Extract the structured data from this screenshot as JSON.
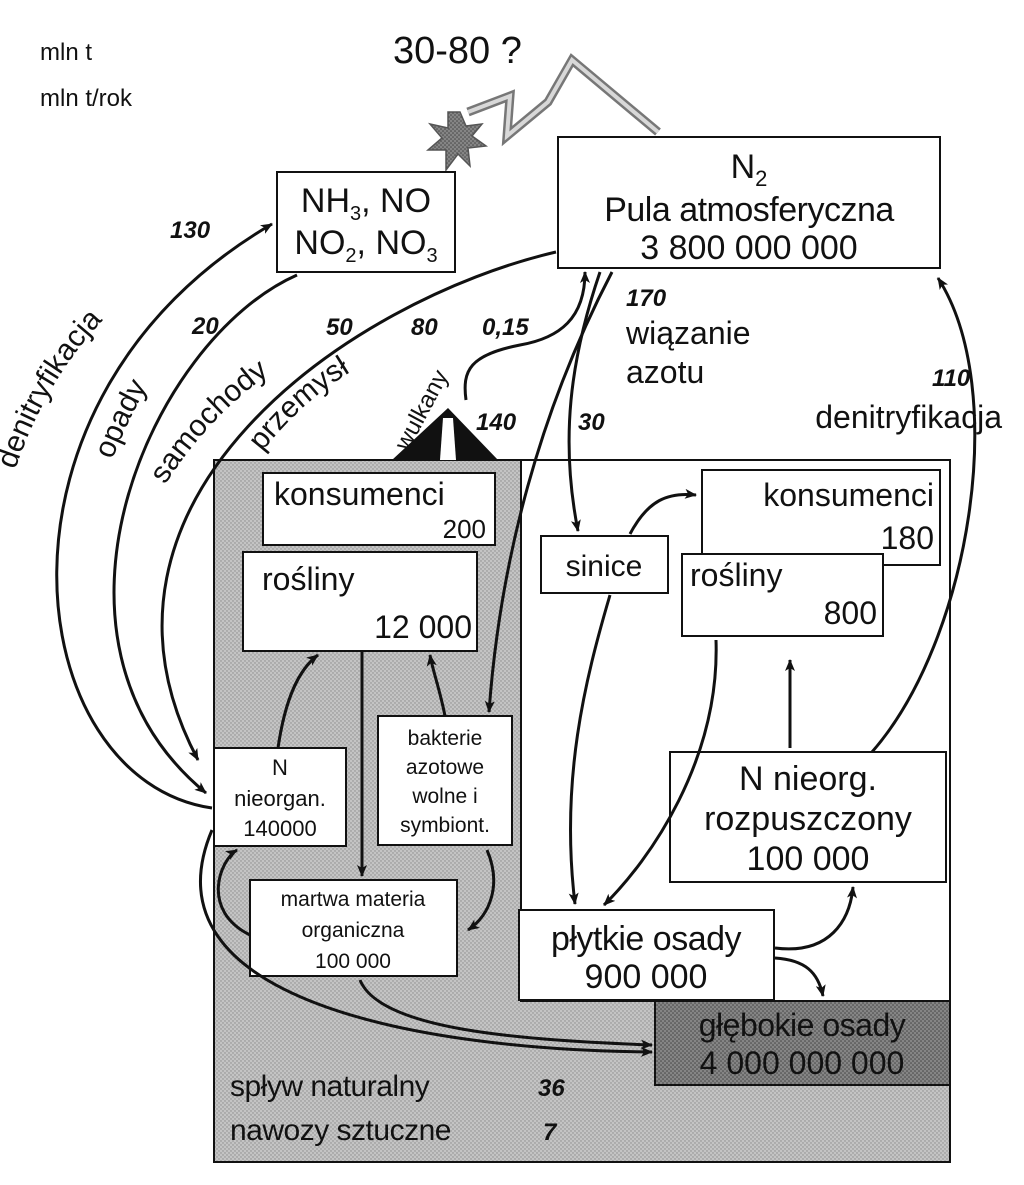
{
  "legend": {
    "stock_unit": "mln t",
    "flux_unit": "mln t/rok"
  },
  "lightning": {
    "value": "30-80 ?"
  },
  "atmosphere": {
    "formula": "N",
    "formula_sub": "2",
    "label": "Pula atmosferyczna",
    "value": "3 800 000 000"
  },
  "nox_box": {
    "line1_a": "NH",
    "line1_sub": "3",
    "line1_b": ", NO",
    "line2_a": "NO",
    "line2_sub": "2",
    "line2_b": ", NO",
    "line2_sub2": "3"
  },
  "fluxes": {
    "denitrification_land": {
      "label": "denitryfikacja",
      "value": "130"
    },
    "precipitation": {
      "label": "opady",
      "value": "20"
    },
    "cars": {
      "label": "samochody",
      "value": "50"
    },
    "industry": {
      "label": "przemysł",
      "value": "80"
    },
    "volcanoes": {
      "label": "wulkany",
      "value": "0,15"
    },
    "land_fixation": {
      "value": "140"
    },
    "ocean_fixation": {
      "value": "30"
    },
    "fixation_total": {
      "value": "170",
      "label_line1": "wiązanie",
      "label_line2": "azotu"
    },
    "denitrification_ocean": {
      "label": "denitryfikacja",
      "value": "110"
    },
    "runoff": {
      "label": "spływ naturalny",
      "value": "36"
    },
    "fertilizers": {
      "label": "nawozy sztuczne",
      "value": "7"
    }
  },
  "land": {
    "consumers": {
      "label": "konsumenci",
      "value": "200"
    },
    "plants": {
      "label": "rośliny",
      "value": "12 000"
    },
    "inorganic_n": {
      "line1": "N",
      "line2": "nieorgan.",
      "value": "140000"
    },
    "bacteria": {
      "line1": "bakterie",
      "line2": "azotowe",
      "line3": "wolne i",
      "line4": "symbiont."
    },
    "dead_matter": {
      "line1": "martwa materia",
      "line2": "organiczna",
      "value": "100 000"
    }
  },
  "ocean": {
    "cyanobacteria": {
      "label": "sinice"
    },
    "consumers": {
      "label": "konsumenci",
      "value": "180"
    },
    "plants": {
      "label": "rośliny",
      "value": "800"
    },
    "dissolved_n": {
      "line1": "N nieorg.",
      "line2": "rozpuszczony",
      "value": "100 000"
    },
    "shallow_sediments": {
      "label": "płytkie osady",
      "value": "900 000"
    },
    "deep_sediments": {
      "label": "głębokie osady",
      "value": "4 000 000 000"
    }
  }
}
